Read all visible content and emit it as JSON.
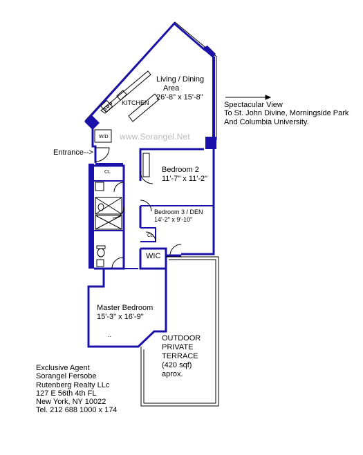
{
  "rooms": {
    "living": {
      "name_line1": "Living / Dining",
      "name_line2": "Area",
      "dims": "26'-8\" x 15'-8\""
    },
    "kitchen": {
      "name": "KITCHEN"
    },
    "bedroom2": {
      "name": "Bedroom 2",
      "dims": "11'-7\" x 11'-2\""
    },
    "bedroom3": {
      "name": "Bedroom 3 / DEN",
      "dims": "14'-2\" x  9'-10\""
    },
    "master": {
      "name": "Master Bedroom",
      "dims": "15'-3\" x 16'-9\""
    },
    "wic": {
      "name": "WIC"
    },
    "closet1": {
      "name": "CL"
    },
    "closet2": {
      "name": "CL"
    },
    "washer_dryer": {
      "name": "W/D"
    },
    "terrace": {
      "line1": "OUTDOOR",
      "line2": "PRIVATE",
      "line3": "TERRACE",
      "line4": "(420 sqf)",
      "line5": "aprox."
    }
  },
  "annotations": {
    "entrance": "Entrance-->",
    "view_line1": "Spectacular View",
    "view_line2": "To St. John Divine, Morningside Park",
    "view_line3": "And Columbia University.",
    "watermark": "www.Sorangel.Net",
    "master_marks": ".."
  },
  "contact": {
    "line1": "Exclusive Agent",
    "line2": "Sorangel Fersobe",
    "line3": "Rutenberg Realty LLc",
    "line4": "127 E 56th 4th FL",
    "line5": "New York, NY 10022",
    "line6": "Tel. 212 688 1000 x 174"
  },
  "colors": {
    "wall": "#1a12a8",
    "line": "#000000",
    "watermark": "#b9b9b9"
  }
}
